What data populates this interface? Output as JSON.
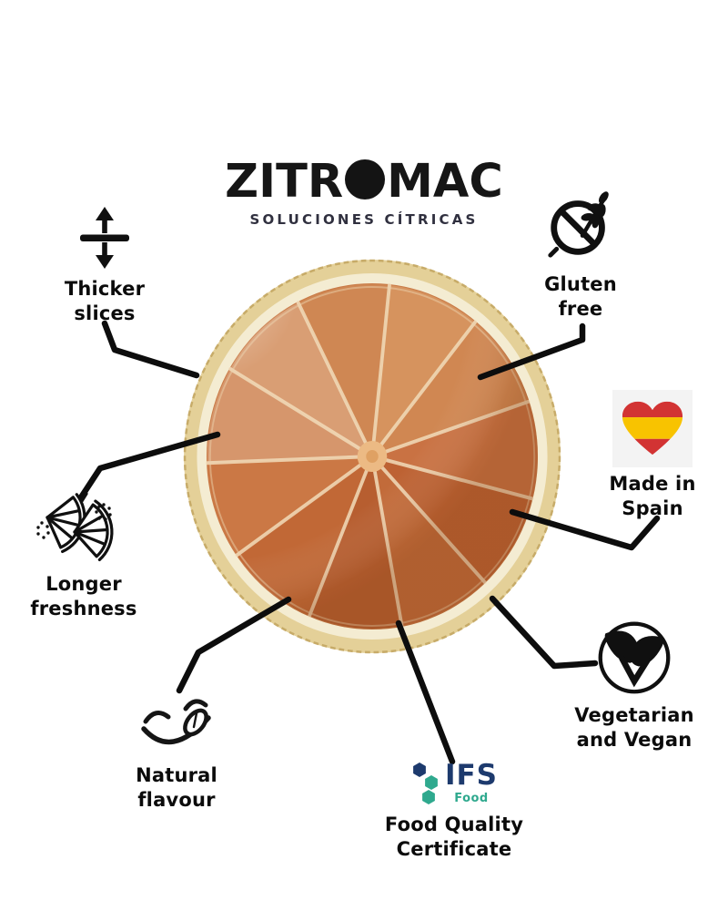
{
  "brand": {
    "part1": "ZITR",
    "part2": "MAC",
    "full_name": "ZITROMAC",
    "subtitle": "SOLUCIONES CÍTRICAS",
    "o_icon": "filled-circle-o-icon"
  },
  "product_image": {
    "name": "dried-grapefruit-slice-photo",
    "segments": 11,
    "colors": {
      "rind": "#e4d098",
      "rind_edge": "#c2a55f",
      "pith": "#f4ecd2",
      "flesh": "#c97a46",
      "membrane": "#f2dcba",
      "center": "#ecba84"
    }
  },
  "features": [
    {
      "id": "thicker",
      "icon": "thickness-arrows-icon",
      "label_lines": [
        "Thicker",
        "slices"
      ]
    },
    {
      "id": "gluten",
      "icon": "gluten-free-icon",
      "label_lines": [
        "Gluten",
        "free"
      ]
    },
    {
      "id": "spain",
      "icon": "spain-heart-flag-icon",
      "label_lines": [
        "Made in",
        "Spain"
      ]
    },
    {
      "id": "longer",
      "icon": "citrus-wedges-icon",
      "label_lines": [
        "Longer",
        "freshness"
      ]
    },
    {
      "id": "natural",
      "icon": "yummy-face-icon",
      "label_lines": [
        "Natural",
        "flavour"
      ]
    },
    {
      "id": "vegetarian",
      "icon": "vegan-leaves-icon",
      "label_lines": [
        "Vegetarian",
        "and Vegan"
      ]
    },
    {
      "id": "ifs",
      "icon": "ifs-hexagons-icon",
      "label_lines": [
        "Food Quality",
        "Certificate"
      ]
    }
  ],
  "ifs": {
    "acronym": "IFS",
    "word": "Food",
    "navy": "#1d3a6d",
    "teal": "#2fa98e"
  },
  "flag": {
    "red": "#d23333",
    "yellow": "#f8c300",
    "box_bg": "#f3f3f3"
  },
  "line_color": "#0d0d0d"
}
